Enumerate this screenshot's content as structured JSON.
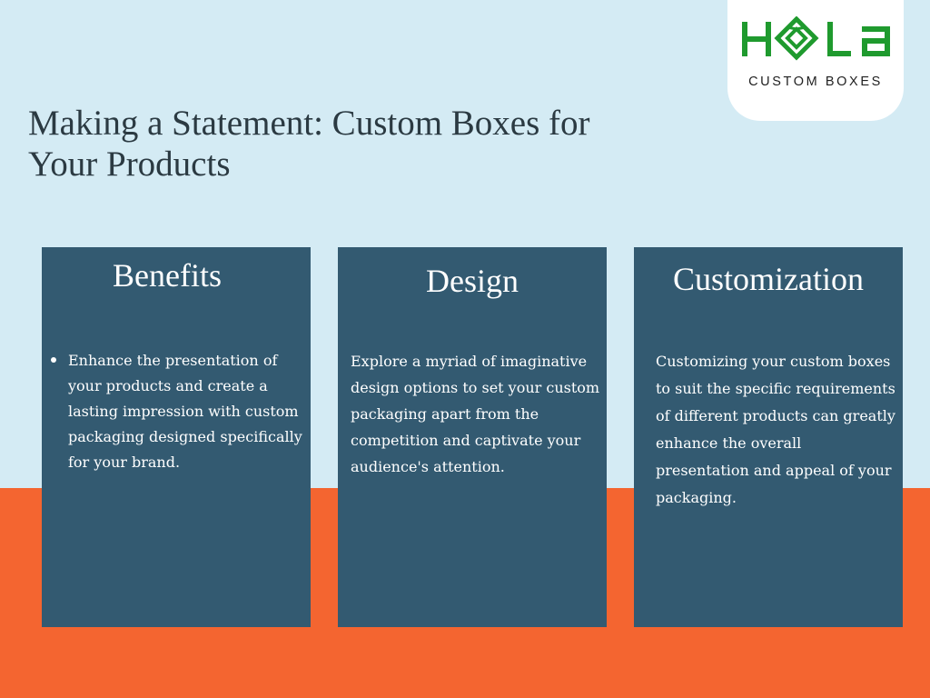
{
  "colors": {
    "background_top": "#d4ebf4",
    "background_bottom": "#f46530",
    "card": "#335a71",
    "logo_green": "#1f9a2e",
    "title_text": "#2b3a42"
  },
  "logo": {
    "wordmark": "HOLA",
    "icon": "box-icon",
    "subtitle": "CUSTOM BOXES"
  },
  "page": {
    "title_line1": "Making a Statement: Custom Boxes for",
    "title_line2": "Your Products"
  },
  "cards": [
    {
      "title": "Benefits",
      "style": "bullet",
      "items": [
        "Enhance the presentation of your products and create a lasting impression with custom packaging designed specifically for your brand."
      ]
    },
    {
      "title": "Design",
      "style": "paragraph",
      "text": "Explore a myriad of imaginative design options to set your custom packaging apart from the competition and captivate your audience's attention."
    },
    {
      "title": "Customization",
      "style": "paragraph",
      "text": "Customizing your custom boxes to suit the specific requirements of different products can greatly enhance the overall presentation and appeal of your packaging."
    }
  ]
}
